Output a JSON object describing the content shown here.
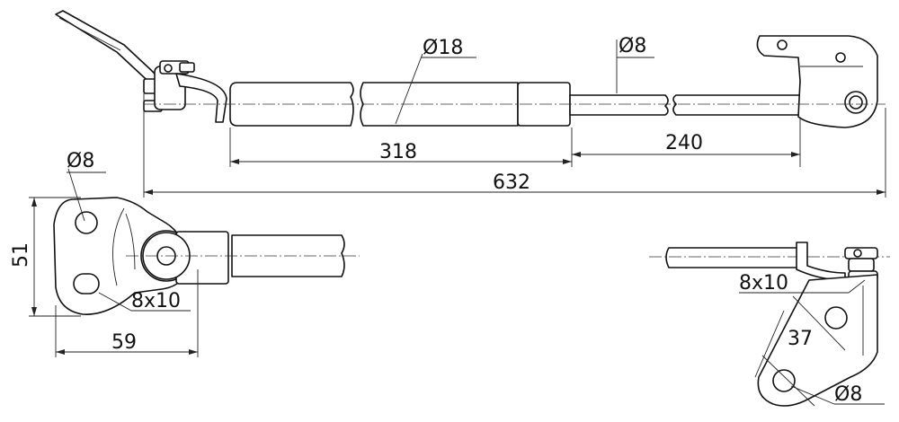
{
  "dimensions": {
    "body_diameter": "Ø18",
    "rod_diameter": "Ø8",
    "body_length": "318",
    "stroke": "240",
    "total_length": "632",
    "left_hole_diameter": "Ø8",
    "left_height": "51",
    "left_width": "59",
    "left_slot": "8x10",
    "right_slot": "8x10",
    "right_spacing": "37",
    "right_hole_diameter": "Ø8"
  }
}
